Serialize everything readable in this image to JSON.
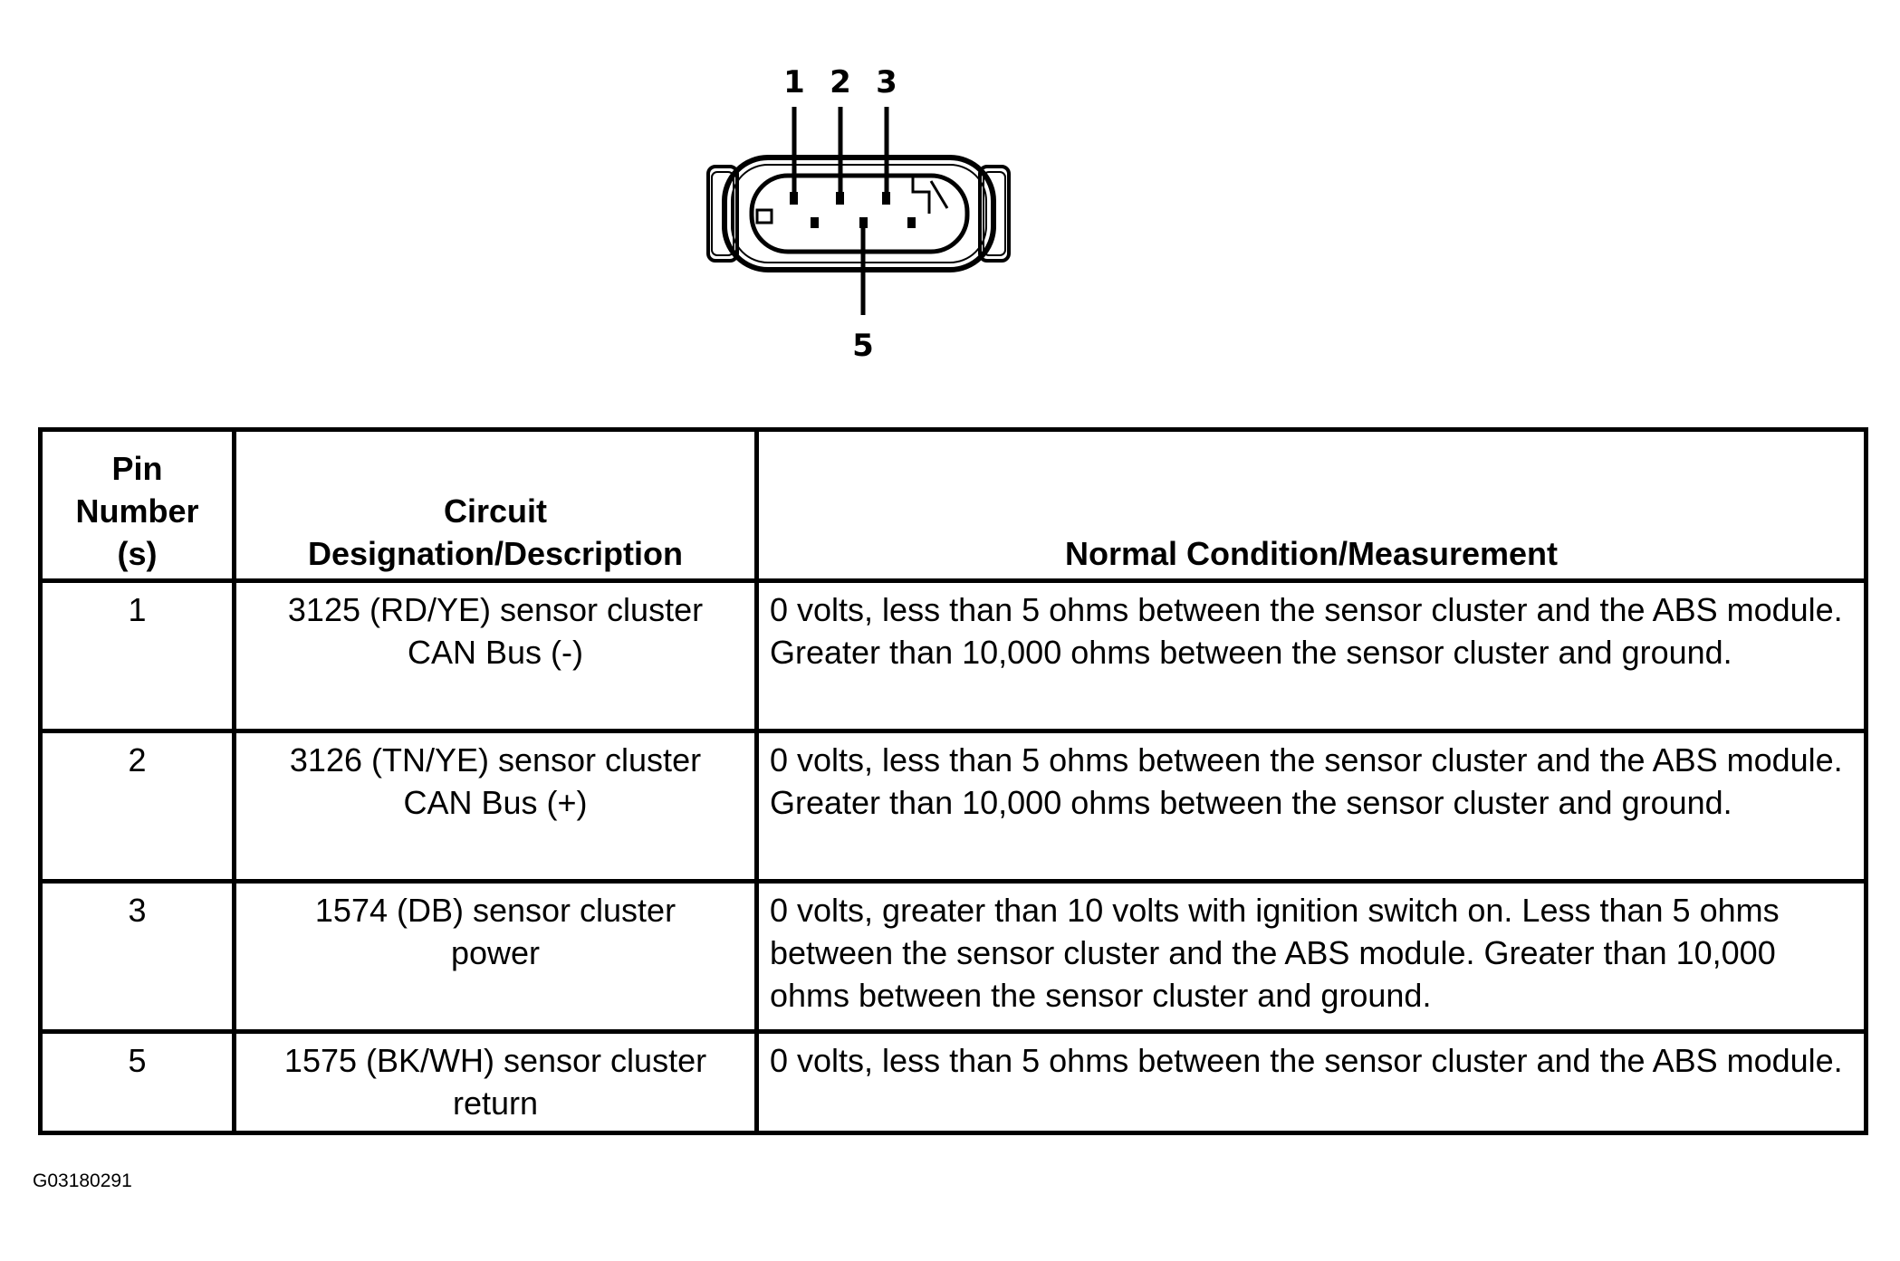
{
  "connector": {
    "pin_labels": [
      "1",
      "2",
      "3",
      "5"
    ]
  },
  "table": {
    "headers": {
      "pin": [
        "Pin",
        "Number",
        "(s)"
      ],
      "circuit": [
        "Circuit",
        "Designation/Description"
      ],
      "condition": "Normal Condition/Measurement"
    },
    "rows": [
      {
        "pin": "1",
        "circuit": [
          "3125 (RD/YE) sensor cluster",
          "CAN Bus (-)"
        ],
        "condition": "0 volts, less than 5 ohms between the sensor cluster and the ABS module. Greater than 10,000 ohms between the sensor cluster and ground."
      },
      {
        "pin": "2",
        "circuit": [
          "3126 (TN/YE) sensor cluster",
          "CAN Bus (+)"
        ],
        "condition": "0 volts, less than 5 ohms between the sensor cluster and the ABS module. Greater than 10,000 ohms between the sensor cluster and ground."
      },
      {
        "pin": "3",
        "circuit": [
          "1574 (DB) sensor cluster",
          "power"
        ],
        "condition": "0 volts, greater than 10 volts with ignition switch on. Less than 5 ohms between the sensor cluster and the ABS module. Greater than 10,000 ohms between the sensor cluster and ground."
      },
      {
        "pin": "5",
        "circuit": [
          "1575 (BK/WH) sensor cluster",
          "return"
        ],
        "condition": "0 volts, less than 5 ohms between the sensor cluster and the ABS module."
      }
    ]
  },
  "figure_id": "G03180291"
}
